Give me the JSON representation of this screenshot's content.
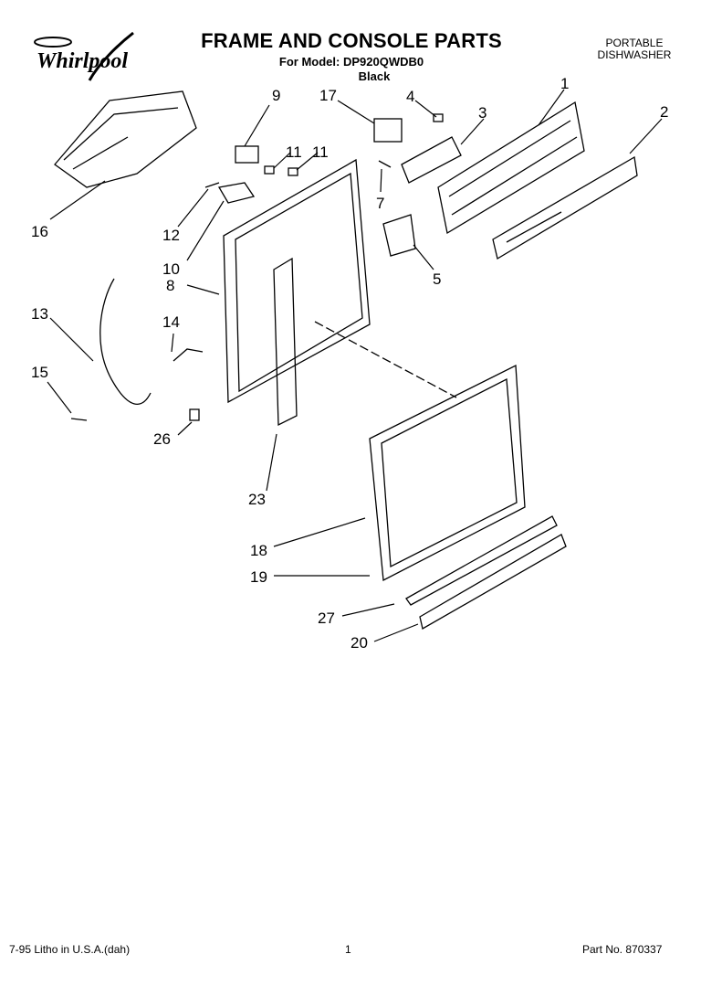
{
  "header": {
    "title": "FRAME AND CONSOLE PARTS",
    "model_line": "For Model: DP920QWDB0",
    "color_line": "Black",
    "product_line1": "PORTABLE",
    "product_line2": "DISHWASHER"
  },
  "logo": {
    "brand": "Whirlpool"
  },
  "callouts": [
    {
      "id": "c1",
      "label": "1"
    },
    {
      "id": "c2",
      "label": "2"
    },
    {
      "id": "c3",
      "label": "3"
    },
    {
      "id": "c4",
      "label": "4"
    },
    {
      "id": "c5",
      "label": "5"
    },
    {
      "id": "c7",
      "label": "7"
    },
    {
      "id": "c8",
      "label": "8"
    },
    {
      "id": "c9",
      "label": "9"
    },
    {
      "id": "c10",
      "label": "10"
    },
    {
      "id": "c11a",
      "label": "11"
    },
    {
      "id": "c11b",
      "label": "11"
    },
    {
      "id": "c12",
      "label": "12"
    },
    {
      "id": "c13",
      "label": "13"
    },
    {
      "id": "c14",
      "label": "14"
    },
    {
      "id": "c15",
      "label": "15"
    },
    {
      "id": "c16",
      "label": "16"
    },
    {
      "id": "c17",
      "label": "17"
    },
    {
      "id": "c18",
      "label": "18"
    },
    {
      "id": "c19",
      "label": "19"
    },
    {
      "id": "c20",
      "label": "20"
    },
    {
      "id": "c23",
      "label": "23"
    },
    {
      "id": "c26",
      "label": "26"
    },
    {
      "id": "c27",
      "label": "27"
    }
  ],
  "footer": {
    "left": "7-95  Litho in U.S.A.(dah)",
    "page": "1",
    "part": "Part No. 870337"
  }
}
